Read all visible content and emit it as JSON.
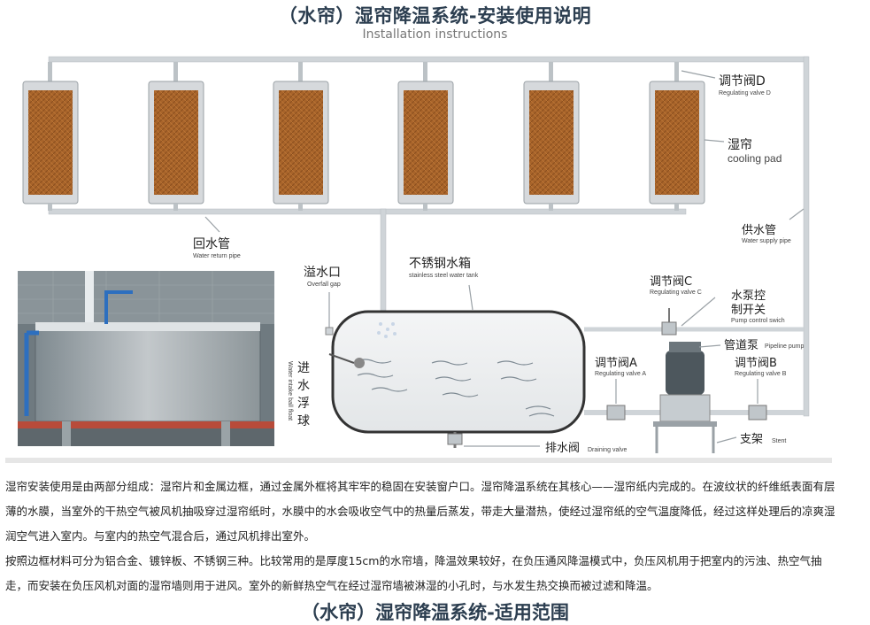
{
  "header": {
    "title": "（水帘）湿帘降温系统-安装使用说明",
    "subtitle": "Installation instructions"
  },
  "labels": {
    "valve_d": {
      "zh": "调节阀D",
      "en": "Regulating valve D"
    },
    "cooling_pad": {
      "zh": "湿帘",
      "en": "cooling pad"
    },
    "supply_pipe": {
      "zh": "供水管",
      "en": "Water supply pipe"
    },
    "return_pipe": {
      "zh": "回水管",
      "en": "Water return pipe"
    },
    "overflow": {
      "zh": "溢水口",
      "en": "Overfall gap"
    },
    "tank": {
      "zh": "不锈钢水箱",
      "en": "stainless steel water tank"
    },
    "valve_c": {
      "zh": "调节阀C",
      "en": "Regulating valve C"
    },
    "pump_switch": {
      "zh1": "水泵控",
      "zh2": "制开关",
      "en": "Pump control swich"
    },
    "pipeline_pump": {
      "zh": "管道泵",
      "en": "Pipeline pump"
    },
    "valve_a": {
      "zh": "调节阀A",
      "en": "Regulating valve A"
    },
    "valve_b": {
      "zh": "调节阀B",
      "en": "Regulating valve B"
    },
    "float": {
      "zh1": "进",
      "zh2": "水",
      "zh3": "浮",
      "zh4": "球",
      "en": "Water intake ball float"
    },
    "drain": {
      "zh": "排水阀",
      "en": "Draining valve"
    },
    "stent": {
      "zh": "支架",
      "en": "Stent"
    }
  },
  "content": {
    "paragraph1": "湿帘安装使用是由两部分组成：湿帘片和金属边框，通过金属外框将其牢牢的稳固在安装窗户口。湿帘降温系统在其核心——湿帘纸内完成的。在波纹状的纤维纸表面有层薄的水膜，当室外的干热空气被风机抽吸穿过湿帘纸时，水膜中的水会吸收空气中的热量后蒸发，带走大量潜热，使经过湿帘纸的空气温度降低，经过这样处理后的凉爽湿润空气进入室内。与室内的热空气混合后，通过风机排出室外。",
    "paragraph2": "按照边框材料可分为铝合金、镀锌板、不锈钢三种。比较常用的是厚度15cm的水帘墙，降温效果较好，在负压通风降温模式中，负压风机用于把室内的污浊、热空气抽走，而安装在负压风机对面的湿帘墙则用于进风。室外的新鲜热空气在经过湿帘墙被淋湿的小孔时，与水发生热交换而被过滤和降温。"
  },
  "footer": {
    "title": "（水帘）湿帘降温系统-适用范围"
  },
  "colors": {
    "pad": "#a8642a",
    "frame": "#d6d9dc",
    "pipe": "#cfd4d8",
    "tank_stroke": "#333333",
    "title": "#2c3e50"
  }
}
